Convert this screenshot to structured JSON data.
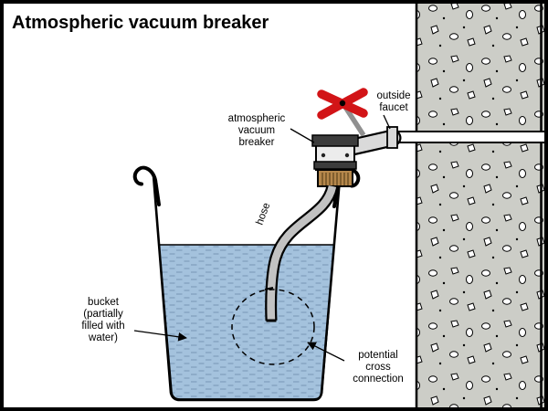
{
  "title": "Atmospheric vacuum breaker",
  "labels": {
    "outside_faucet": [
      "outside",
      "faucet"
    ],
    "vacuum_breaker": [
      "atmospheric",
      "vacuum",
      "breaker"
    ],
    "hose": "hose",
    "bucket": [
      "bucket",
      "(partially",
      "filled with",
      "water)"
    ],
    "cross_connection": [
      "potential",
      "cross",
      "connection"
    ]
  },
  "colors": {
    "background": "#ffffff",
    "border": "#000000",
    "wall": "#cccdc7",
    "stone": "#ffffff",
    "water": "#a4c2dd",
    "water_line": "#7795b5",
    "handle_red": "#d21417",
    "brass": "#b5874b",
    "brass_ridge": "#6f5124",
    "hose": "#c2c2c2",
    "metal": "#dadada",
    "dark_band": "#3c3c3c"
  }
}
